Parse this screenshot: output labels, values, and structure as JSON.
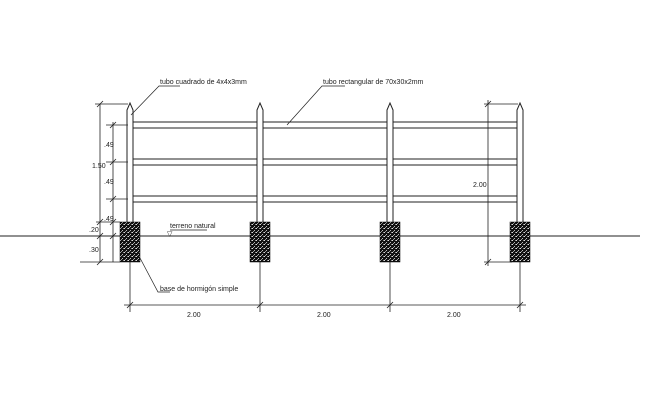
{
  "drawing": {
    "type": "fence elevation",
    "annotations": {
      "post_tube": "tubo cuadrado de 4x4x3mm",
      "rail_tube": "tubo rectangular de 70x30x2mm",
      "ground": "terreno natural",
      "base": "base de hormigón simple"
    },
    "dimensions": {
      "left_total": "1.50",
      "rail_spacing_1": ".49",
      "rail_spacing_2": ".49",
      "rail_spacing_3": ".49",
      "above_ground": ".20",
      "below_ground": ".30",
      "right_total": "2.00",
      "span_1": "2.00",
      "span_2": "2.00",
      "span_3": "2.00"
    },
    "colors": {
      "line": "#222222",
      "concrete": "#111111",
      "background": "#ffffff"
    }
  }
}
